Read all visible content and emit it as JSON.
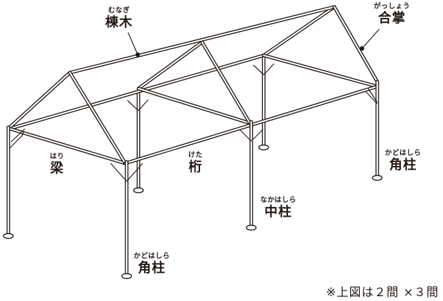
{
  "diagram": {
    "title": "tent frame structure diagram",
    "stroke_color": "#231815",
    "background": "#ffffff",
    "labels": [
      {
        "id": "munagi",
        "ruby": "むなぎ",
        "kanji": "棟木",
        "meaning": "ridge beam"
      },
      {
        "id": "gassho",
        "ruby": "がっしょう",
        "kanji": "合掌",
        "meaning": "rafter"
      },
      {
        "id": "hari",
        "ruby": "はり",
        "kanji": "梁",
        "meaning": "beam"
      },
      {
        "id": "keta",
        "ruby": "けた",
        "kanji": "桁",
        "meaning": "eave girder"
      },
      {
        "id": "kadobashira_right",
        "ruby": "かどはしら",
        "kanji": "角柱",
        "meaning": "corner post"
      },
      {
        "id": "nakabashira",
        "ruby": "なかはしら",
        "kanji": "中柱",
        "meaning": "middle post"
      },
      {
        "id": "kadobashira_front",
        "ruby": "かどはしら",
        "kanji": "角柱",
        "meaning": "corner post"
      }
    ],
    "note": "※上図は２間 ×３間"
  }
}
